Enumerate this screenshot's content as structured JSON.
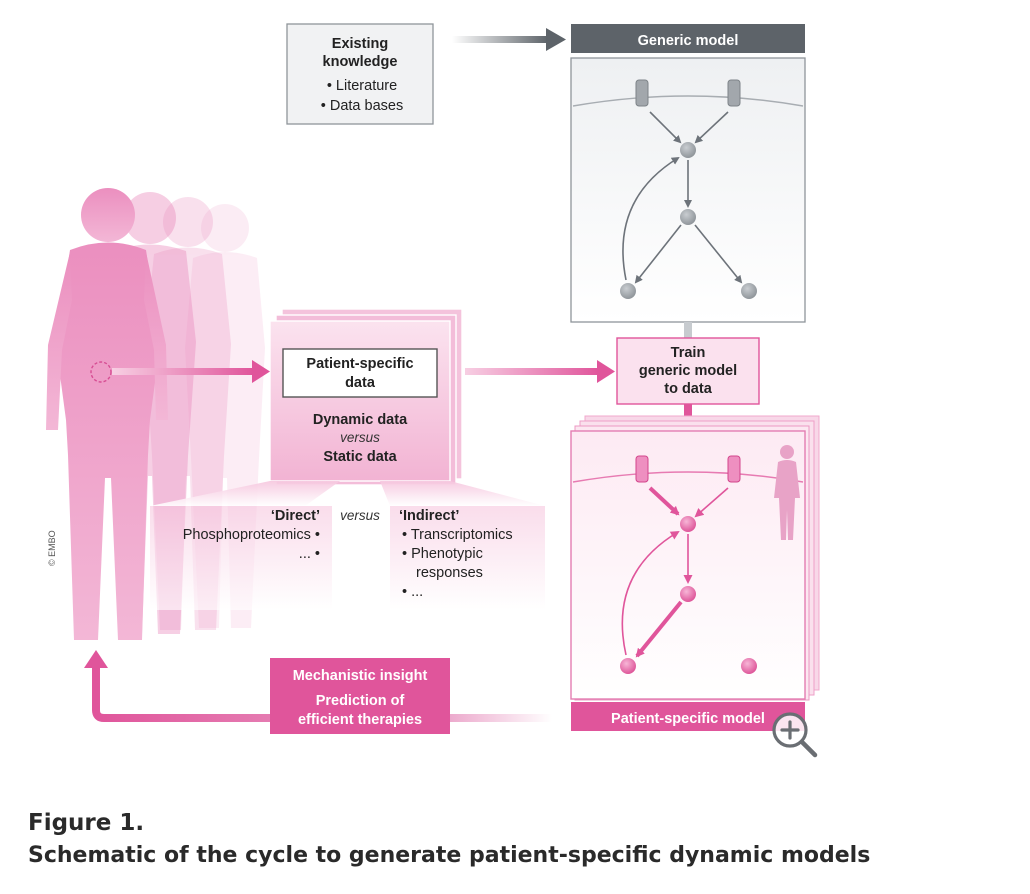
{
  "colors": {
    "pink": "#e0559b",
    "pink_light": "#f6c9e0",
    "grey_dark": "#5d6369",
    "grey_node": "#9ea4a9"
  },
  "knowledge": {
    "title_line1": "Existing",
    "title_line2": "knowledge",
    "item1": "• Literature",
    "item2": "• Data bases"
  },
  "generic_model": {
    "header": "Generic model"
  },
  "patient_data": {
    "label_line1": "Patient-specific",
    "label_line2": "data",
    "dynamic": "Dynamic data",
    "versus": "versus",
    "static": "Static data"
  },
  "train": {
    "line1": "Train",
    "line2": "generic model",
    "line3": "to data"
  },
  "data_types": {
    "direct": "‘Direct’",
    "versus": "versus",
    "indirect": "‘Indirect’",
    "direct_item1": "Phosphoproteomics •",
    "direct_item2": "... •",
    "indirect_item1": "• Transcriptomics",
    "indirect_item2": "• Phenotypic",
    "indirect_item2b": "responses",
    "indirect_item3": "• ..."
  },
  "insight": {
    "line1": "Mechanistic insight",
    "line2": "Prediction of",
    "line3": "efficient therapies"
  },
  "patient_model": {
    "header": "Patient-specific model"
  },
  "copyright": "© EMBO",
  "icons": {
    "zoom": "zoom-in-icon"
  },
  "caption": {
    "label": "Figure 1.",
    "title": "Schematic of the cycle to generate patient-specific dynamic models"
  }
}
